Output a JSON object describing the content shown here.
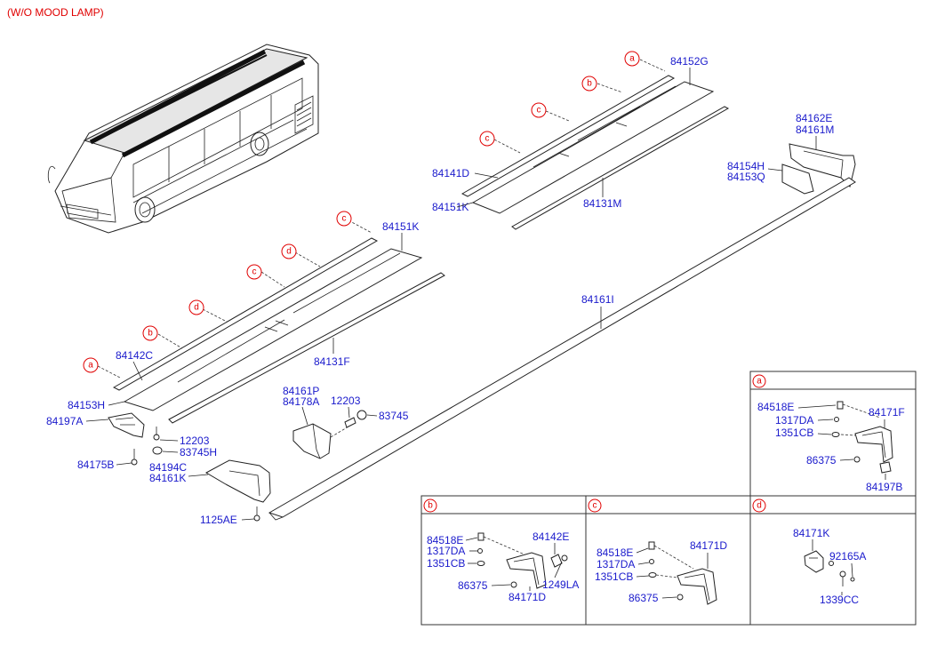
{
  "header": "(W/O MOOD LAMP)",
  "callouts": {
    "a": "a",
    "b": "b",
    "c": "c",
    "d": "d"
  },
  "parts": {
    "p84152G": "84152G",
    "p84141D": "84141D",
    "p84151K_top": "84151K",
    "p84131M": "84131M",
    "p84162E": "84162E",
    "p84161M": "84161M",
    "p84154H": "84154H",
    "p84153Q": "84153Q",
    "p84151K_mid": "84151K",
    "p84142C": "84142C",
    "p84131F": "84131F",
    "p84161I": "84161I",
    "p84153H": "84153H",
    "p84197A": "84197A",
    "p12203_a": "12203",
    "p83745H": "83745H",
    "p84175B": "84175B",
    "p84194C": "84194C",
    "p84161K": "84161K",
    "p1125AE": "1125AE",
    "p84161P": "84161P",
    "p84178A": "84178A",
    "p12203_b": "12203",
    "p83745": "83745"
  },
  "detail_a": {
    "p84518E": "84518E",
    "p1317DA": "1317DA",
    "p1351CB": "1351CB",
    "p86375": "86375",
    "p84171F": "84171F",
    "p84197B": "84197B"
  },
  "detail_b": {
    "p84518E": "84518E",
    "p1317DA": "1317DA",
    "p1351CB": "1351CB",
    "p86375": "86375",
    "p84142E": "84142E",
    "p1249LA": "1249LA",
    "p84171D": "84171D"
  },
  "detail_c": {
    "p84518E": "84518E",
    "p1317DA": "1317DA",
    "p1351CB": "1351CB",
    "p86375": "86375",
    "p84171D": "84171D"
  },
  "detail_d": {
    "p84171K": "84171K",
    "p92165A": "92165A",
    "p1339CC": "1339CC"
  },
  "colors": {
    "part_number": "#1a1acc",
    "callout": "#e00000",
    "line": "#222222"
  }
}
